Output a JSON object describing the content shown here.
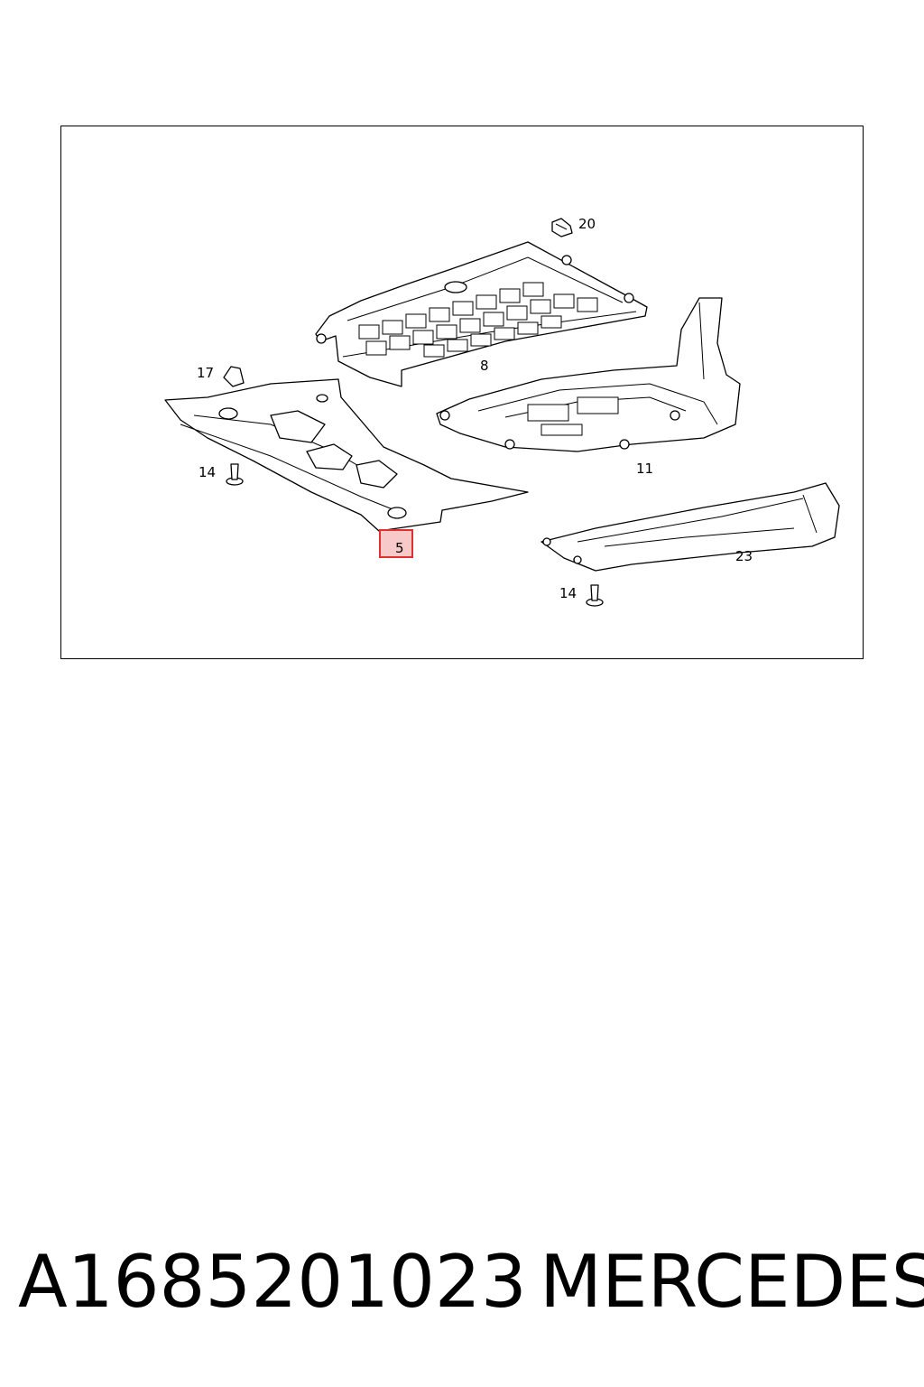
{
  "diagram": {
    "callouts": {
      "c20": "20",
      "c8": "8",
      "c17": "17",
      "c14a": "14",
      "c11": "11",
      "c5": "5",
      "c23": "23",
      "c14b": "14"
    },
    "highlight_color": "#e03030",
    "highlight_fill": "#f7c9c9"
  },
  "caption": {
    "part_number": "A1685201023",
    "brand": "MERCEDES"
  }
}
